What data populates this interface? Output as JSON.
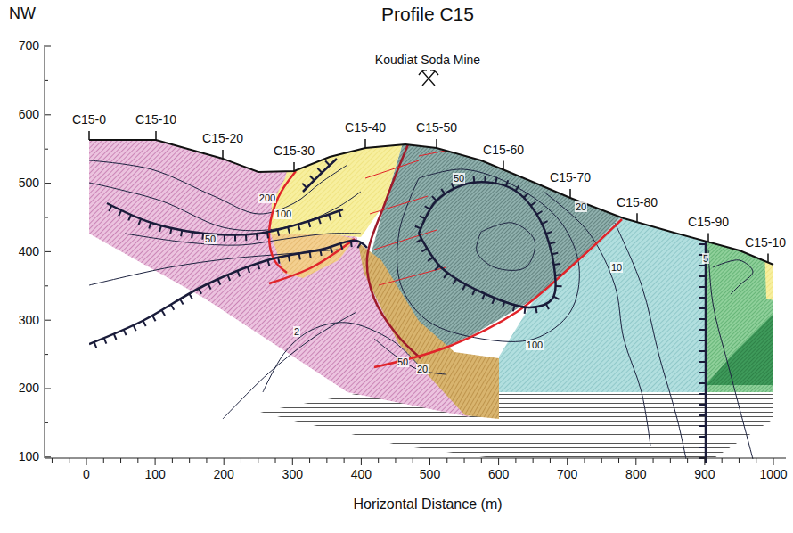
{
  "diagram": {
    "title": "Profile C15",
    "labels": [
      "NW",
      "Koudiat Soda Mine",
      "C15-0",
      "C15-10",
      "C15-20",
      "C15-30",
      "C15-40",
      "C15-50",
      "C15-60",
      "C15-70",
      "C15-80",
      "C15-90",
      "C15-10",
      "700",
      "600",
      "500",
      "400",
      "300",
      "200",
      "100",
      "0",
      "100",
      "200",
      "300",
      "400",
      "500",
      "600",
      "700",
      "800",
      "900",
      "1000",
      "Horizontal Distance (m)",
      "200",
      "100",
      "50",
      "50",
      "20",
      "10",
      "5",
      "2",
      "100",
      "50",
      "20"
    ]
  }
}
